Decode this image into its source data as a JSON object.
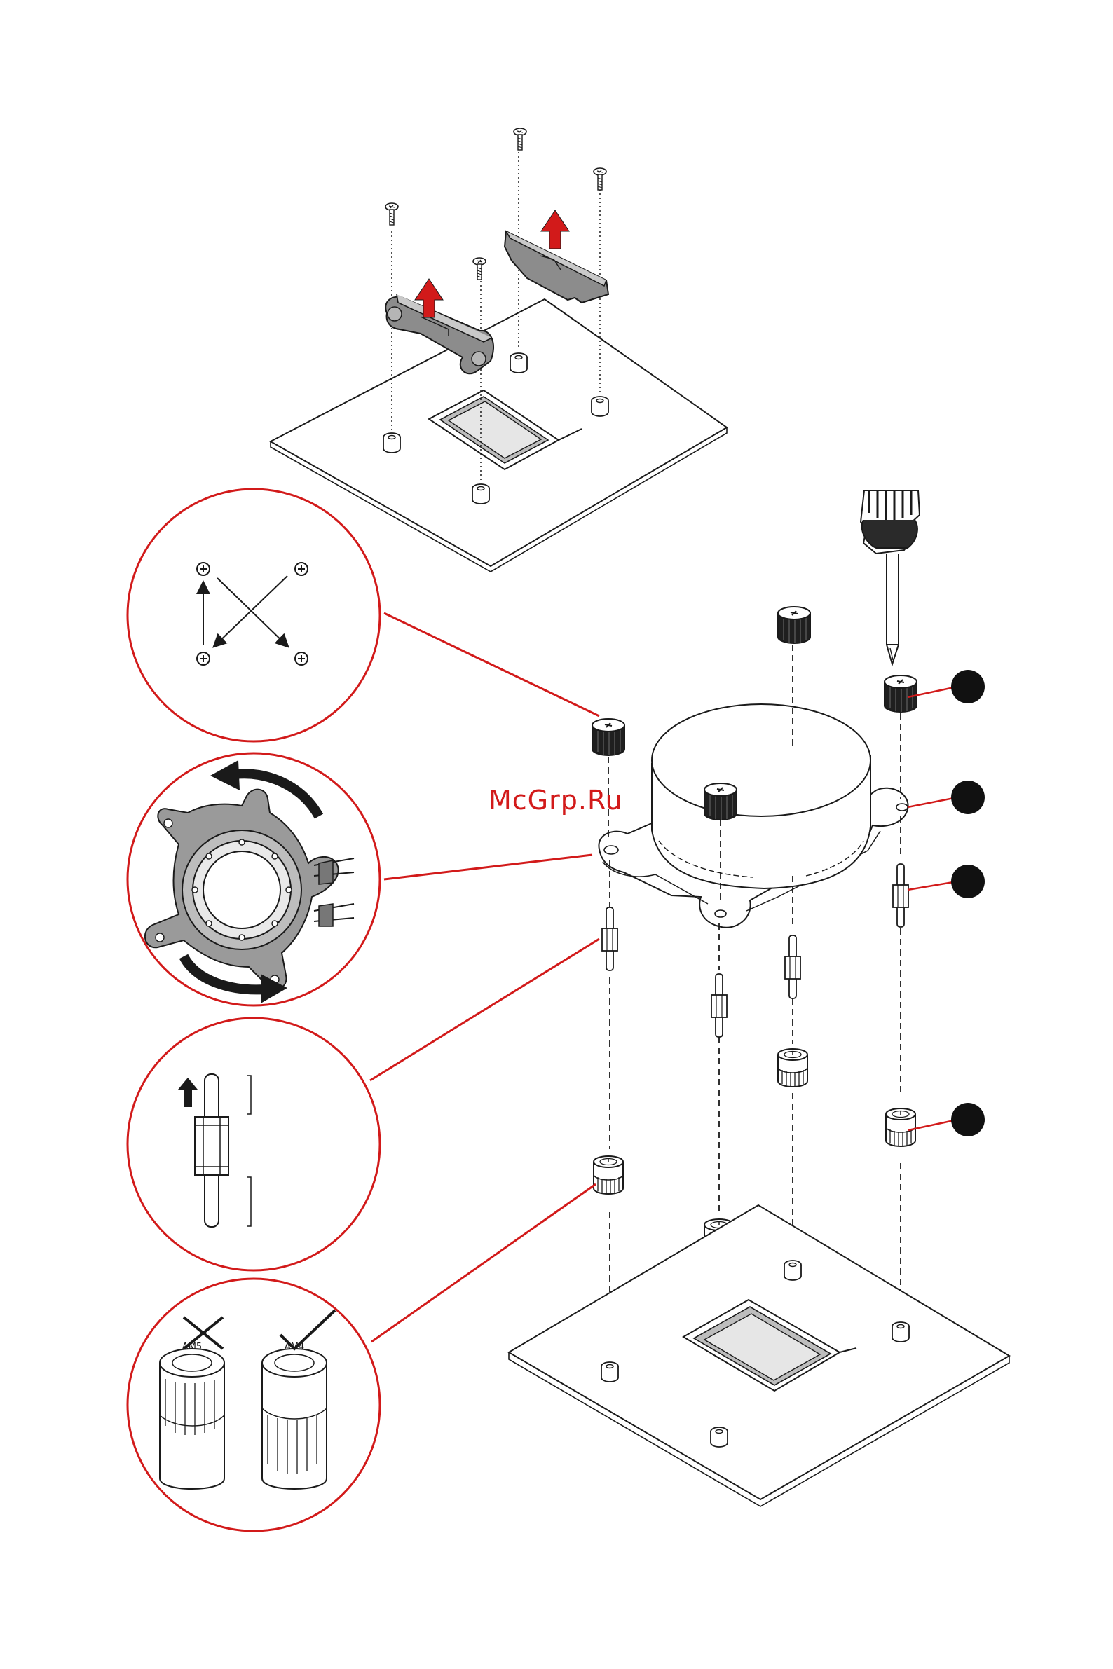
{
  "watermark": {
    "text": "McGrp.Ru"
  },
  "colors": {
    "accent_red": "#d21a1a",
    "line": "#1a1a1a",
    "metal_gray": "#8c8c8c",
    "light_gray": "#d8d8d8"
  },
  "callouts": [
    {
      "id": "1",
      "label": ""
    },
    {
      "id": "2",
      "label": ""
    },
    {
      "id": "3",
      "label": ""
    },
    {
      "id": "4",
      "label": ""
    }
  ],
  "detail_standoff_icon": "standoff-height-icon",
  "detail_screw_order_icon": "diagonal-tightening-order-icon",
  "detail_bracket_rotate_icon": "rotate-bracket-icon",
  "detail_nut_labels": {
    "wrong": "AM5",
    "right": "AM4"
  },
  "step_icons": {
    "wrong": "cross-icon",
    "right": "check-icon"
  }
}
